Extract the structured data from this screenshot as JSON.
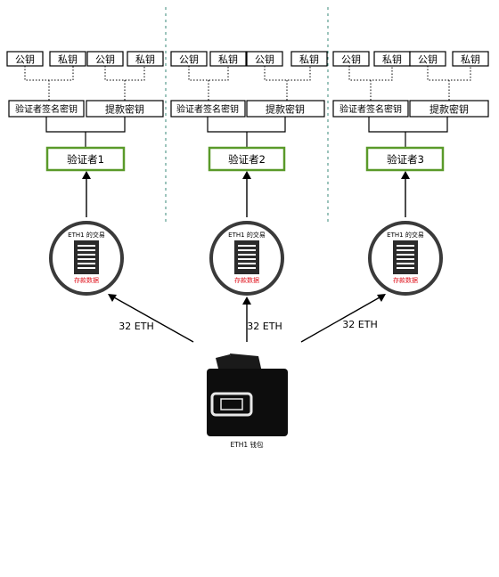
{
  "groups": [
    {
      "pub1": "公钥",
      "priv1": "私钥",
      "pub2": "公钥",
      "priv2": "私钥",
      "sign_key": "验证者签名密钥",
      "withdraw_key": "提款密钥",
      "validator": "验证者1"
    },
    {
      "pub1": "公钥",
      "priv1": "私钥",
      "pub2": "公钥",
      "priv2": "私钥",
      "sign_key": "验证者签名密钥",
      "withdraw_key": "提款密钥",
      "validator": "验证者2"
    },
    {
      "pub1": "公钥",
      "priv1": "私钥",
      "pub2": "公钥",
      "priv2": "私钥",
      "sign_key": "验证者签名密钥",
      "withdraw_key": "提款密钥",
      "validator": "验证者3"
    }
  ],
  "transactions": [
    {
      "title": "ETH1 的交易",
      "deposit": "存款数据"
    },
    {
      "title": "ETH1 的交易",
      "deposit": "存款数据"
    },
    {
      "title": "ETH1 的交易",
      "deposit": "存款数据"
    }
  ],
  "amounts": [
    "32 ETH",
    "32 ETH",
    "32 ETH"
  ],
  "wallet": {
    "label": "ETH1 钱包"
  },
  "colors": {
    "validator_border": "#5a9a2a",
    "deposit_text": "#e0141e",
    "separator": "#3a8a7a"
  }
}
